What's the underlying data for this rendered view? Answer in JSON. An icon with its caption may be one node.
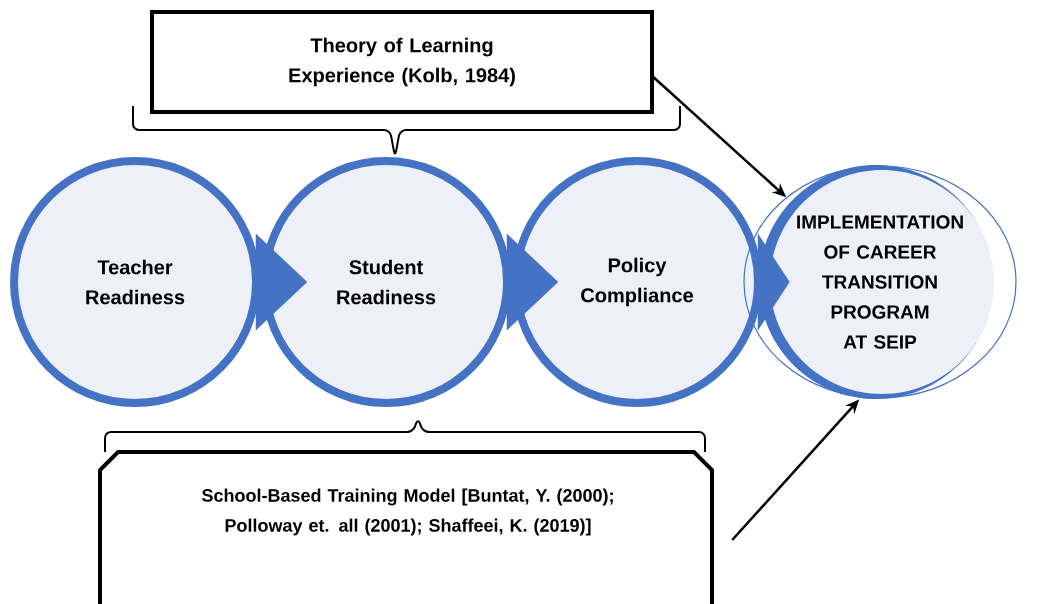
{
  "diagram": {
    "nodes": [
      {
        "text": [
          "Theory of Learning Experience (Kolb, 1984)"
        ]
      },
      {
        "text": [
          "Teacher Readiness"
        ]
      },
      {
        "text": [
          "Student Readiness"
        ]
      },
      {
        "text": [
          "Policy Compliance"
        ]
      },
      {
        "text": [
          "IMPLEMENTATION OF CAREER TRANSITION PROGRAM AT SEIP"
        ]
      },
      {
        "text": [
          "School-Based Training Model [Buntat, Y. (2000); Polloway et. all (2001); Shaffeei, K. (2019)]"
        ]
      }
    ],
    "edges": [
      {
        "from": 1,
        "to": 2,
        "arrow": "to"
      },
      {
        "from": 2,
        "to": 3,
        "arrow": "to"
      },
      {
        "from": 3,
        "to": 4,
        "arrow": "to"
      },
      {
        "from": 0,
        "to": 4,
        "arrow": "to",
        "color": "#000000"
      },
      {
        "from": 5,
        "to": 4,
        "arrow": "to",
        "color": "#000000"
      }
    ]
  }
}
